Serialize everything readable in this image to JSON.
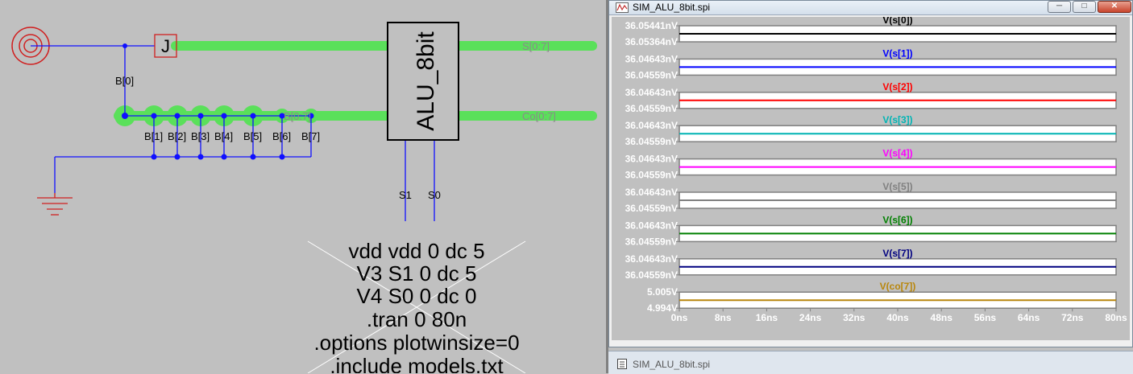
{
  "schematic": {
    "component_j": "J",
    "block_title": "ALU_8bit",
    "nets": {
      "s_bus": "S[0:7]",
      "co_bus": "Co[0:7]",
      "b_bus": "B[0:7]",
      "b0": "B[0]",
      "b_taps": [
        "B[1]",
        "B[2]",
        "B[3]",
        "B[4]",
        "B[5]",
        "B[6]",
        "B[7]"
      ],
      "s1": "S1",
      "s0": "S0"
    },
    "netlist_lines": [
      "vdd vdd 0 dc 5",
      "V3 S1 0 dc 5",
      "V4 S0 0 dc 0",
      ".tran 0 80n",
      ".options plotwinsize=0",
      ".include models.txt"
    ]
  },
  "plot_window": {
    "title": "SIM_ALU_8bit.spi",
    "buttons": {
      "minimize": "─",
      "maximize": "□",
      "close": "✕"
    },
    "icon": "waveform-icon"
  },
  "minimized_window": {
    "title": "SIM_ALU_8bit.spi",
    "icon": "document-icon"
  },
  "chart_data": {
    "type": "line",
    "x_axis": {
      "ticks": [
        "0ns",
        "8ns",
        "16ns",
        "24ns",
        "32ns",
        "40ns",
        "48ns",
        "56ns",
        "64ns",
        "72ns",
        "80ns"
      ],
      "range": [
        0,
        80
      ],
      "unit": "ns"
    },
    "panes": [
      {
        "label": "V(s[0])",
        "color": "#000000",
        "y_ticks": [
          "36.05441nV",
          "36.05364nV"
        ]
      },
      {
        "label": "V(s[1])",
        "color": "#0000ff",
        "y_ticks": [
          "36.04643nV",
          "36.04559nV"
        ]
      },
      {
        "label": "V(s[2])",
        "color": "#ff0000",
        "y_ticks": [
          "36.04643nV",
          "36.04559nV"
        ]
      },
      {
        "label": "V(s[3])",
        "color": "#00b4b4",
        "y_ticks": [
          "36.04643nV",
          "36.04559nV"
        ]
      },
      {
        "label": "V(s[4])",
        "color": "#ff00ff",
        "y_ticks": [
          "36.04643nV",
          "36.04559nV"
        ]
      },
      {
        "label": "V(s[5])",
        "color": "#808080",
        "y_ticks": [
          "36.04643nV",
          "36.04559nV"
        ]
      },
      {
        "label": "V(s[6])",
        "color": "#008000",
        "y_ticks": [
          "36.04643nV",
          "36.04559nV"
        ]
      },
      {
        "label": "V(s[7])",
        "color": "#000080",
        "y_ticks": [
          "36.04643nV",
          "36.04559nV"
        ]
      },
      {
        "label": "V(co[7])",
        "color": "#b8860b",
        "y_ticks": [
          "5.005V",
          "4.994V"
        ]
      }
    ]
  }
}
